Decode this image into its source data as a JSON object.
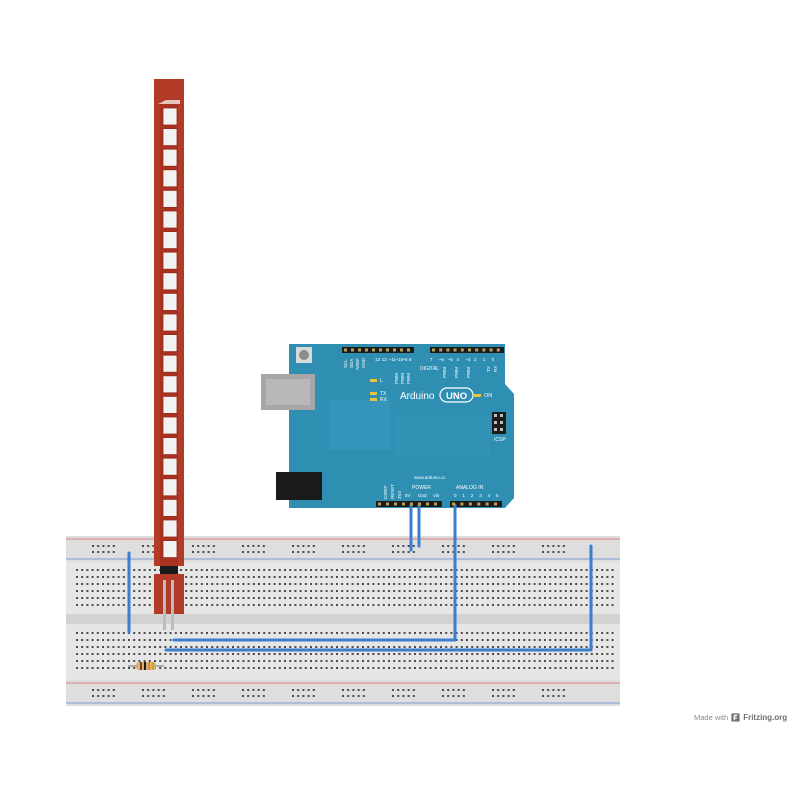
{
  "arduino": {
    "brand": "Arduino",
    "model": "UNO",
    "url": "www.arduino.cc",
    "on_label": "ON",
    "icsp_label": "ICSP",
    "digital_label": "DIGITAL",
    "power_label": "POWER",
    "analog_label": "ANALOG IN",
    "led_l": "L",
    "led_tx": "TX",
    "led_rx": "RX",
    "aref_label": "AREF",
    "gnd_label": "GND",
    "scl_label": "SCL",
    "sda_label": "SDA",
    "ioref_label": "IOREF",
    "reset_label": "RESET",
    "v33_label": "3V3",
    "v5_label": "5V",
    "gnd2_label": "Gnd",
    "vin_label": "Vin",
    "pwm_label": "PWM",
    "tx_pin": "TX",
    "rx_pin": "RX",
    "digital_pins": [
      "13",
      "12",
      "~11",
      "~10",
      "~9",
      "8",
      "7",
      "~6",
      "~5",
      "4",
      "~3",
      "2",
      "1",
      "0"
    ],
    "analog_pins": [
      "0",
      "1",
      "2",
      "3",
      "4",
      "5"
    ]
  },
  "footer": {
    "made_with": "Made with",
    "brand": "Fritzing.org"
  },
  "colors": {
    "board": "#2f8fb3",
    "flex_sensor": "#b23b27",
    "wire": "#3a7ecf",
    "breadboard": "#e3e3e3",
    "rail_red": "#e06a6a",
    "rail_blue": "#6a8fd8"
  }
}
